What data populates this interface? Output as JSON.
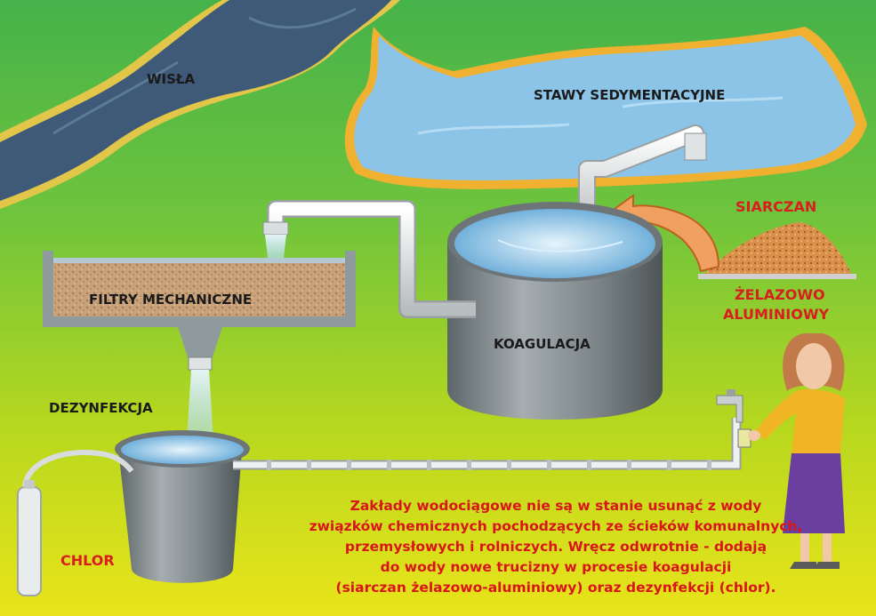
{
  "labels": {
    "river": "WISŁA",
    "ponds": "STAWY SEDYMENTACYJNE",
    "sulfate_line1": "SIARCZAN",
    "sulfate_line2": "ŻELAZOWO",
    "sulfate_line3": "ALUMINIOWY",
    "filters": "FILTRY MECHANICZNE",
    "coagulation": "KOAGULACJA",
    "disinfection": "DEZYNFEKCJA",
    "chlorine": "CHLOR"
  },
  "caption": {
    "line1": "Zakłady wodociągowe nie są w stanie usunąć z wody",
    "line2": "związków chemicznych pochodzących ze ścieków komunalnych,",
    "line3": "przemysłowych i rolniczych. Wręcz odwrotnie - dodają",
    "line4": "do wody nowe trucizny w procesie koagulacji",
    "line5": "(siarczan żelazowo-aluminiowy) oraz dezynfekcji (chlor)."
  },
  "colors": {
    "title_red": "#d81e1e",
    "label_dark": "#1a1a1a",
    "water": "#8cc4e8",
    "river": "#3e5a78"
  }
}
